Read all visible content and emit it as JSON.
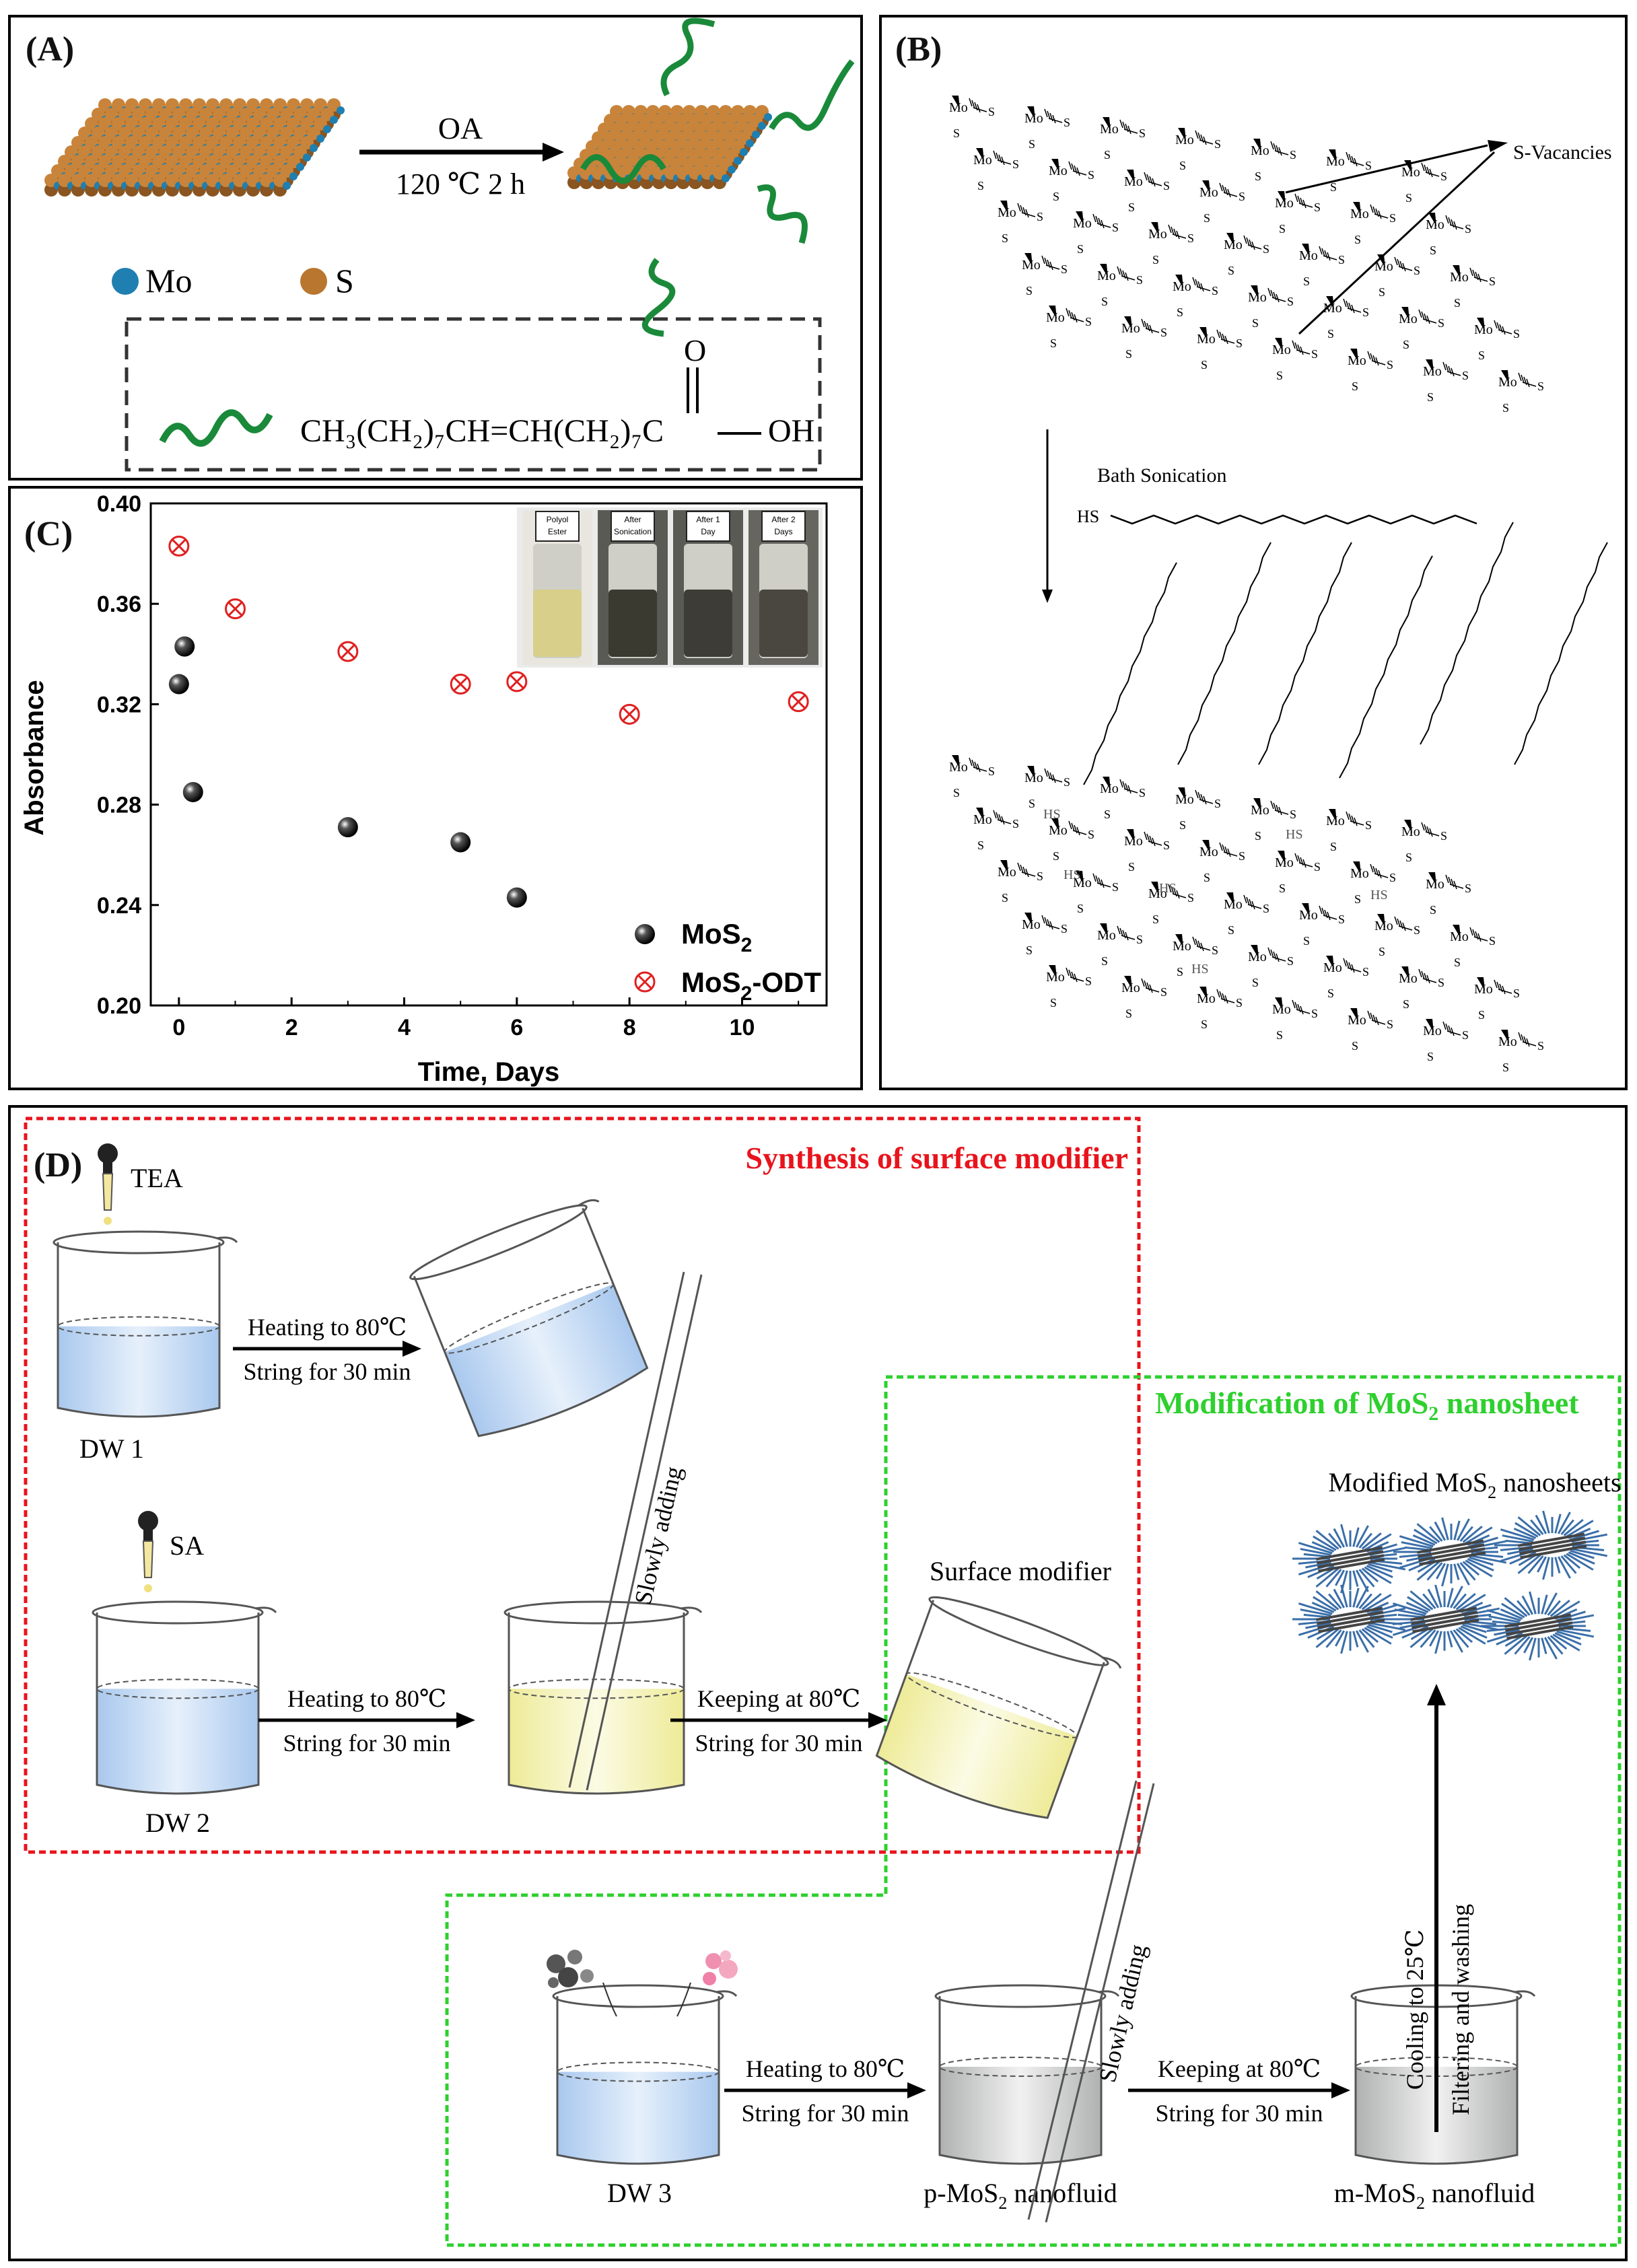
{
  "panel_a": {
    "label": "(A)",
    "arrow_top": "OA",
    "arrow_bottom": "120 ℃  2 h",
    "legend_mo": "Mo",
    "legend_s": "S",
    "formula_main": "CH₃(CH₂)₇CH=CH(CH₂)₇C",
    "formula_o": "O",
    "formula_oh": "OH"
  },
  "panel_b": {
    "label": "(B)",
    "s_vacancies": "S-Vacancies",
    "bath_sonication": "Bath Sonication",
    "hs": "HS"
  },
  "panel_c": {
    "label": "(C)",
    "photo_labels": [
      "Polyol Ester",
      "After Sonication",
      "After 1 Day",
      "After 2 Days"
    ]
  },
  "chart_data": {
    "type": "scatter",
    "xlabel": "Time, Days",
    "ylabel": "Absorbance",
    "xlim": [
      -0.5,
      11.5
    ],
    "ylim": [
      0.2,
      0.4
    ],
    "xticks": [
      "0",
      "2",
      "4",
      "6",
      "8",
      "10"
    ],
    "yticks": [
      "0.20",
      "0.24",
      "0.28",
      "0.32",
      "0.36",
      "0.40"
    ],
    "series": [
      {
        "name": "MoS2",
        "marker": "black-sphere",
        "x": [
          0,
          0.1,
          0.25,
          3,
          5,
          6
        ],
        "y": [
          0.328,
          0.343,
          0.285,
          0.271,
          0.265,
          0.243
        ]
      },
      {
        "name": "MoS2-ODT",
        "marker": "red-crossed-circle",
        "x": [
          0,
          1,
          3,
          5,
          6,
          8,
          11
        ],
        "y": [
          0.383,
          0.358,
          0.341,
          0.328,
          0.329,
          0.316,
          0.321
        ]
      }
    ],
    "legend": "bottom-right"
  },
  "panel_d": {
    "label": "(D)",
    "synthesis_title": "Synthesis of surface modifier",
    "modification_title_prefix": "Modification of MoS",
    "modification_title_suffix": " nanosheet",
    "tea": "TEA",
    "sa": "SA",
    "dw1": "DW 1",
    "dw2": "DW 2",
    "dw3": "DW 3",
    "heating": "Heating to 80℃",
    "keeping": "Keeping at 80℃",
    "string": "String for 30 min",
    "slowly_adding": "Slowly adding",
    "surface_modifier": "Surface modifier",
    "modified_nanosheets_prefix": "Modified MoS",
    "modified_nanosheets_suffix": " nanosheets",
    "p_mos2_prefix": "p-MoS",
    "m_mos2_prefix": "m-MoS",
    "nanofluid_suffix": " nanofluid",
    "cooling": "Cooling to 25℃",
    "filtering": "Filtering and washing"
  },
  "colors": {
    "mo_blue": "#1f7fb0",
    "s_brown": "#b8762f",
    "ligand_green": "#1a8a3a",
    "red_dashed": "#e8141c",
    "green_dashed": "#2ed02e",
    "water_blue": "#bcd6f2",
    "yellow_liquid": "#f2f0a8",
    "grey_liquid": "#c8c9c9"
  }
}
